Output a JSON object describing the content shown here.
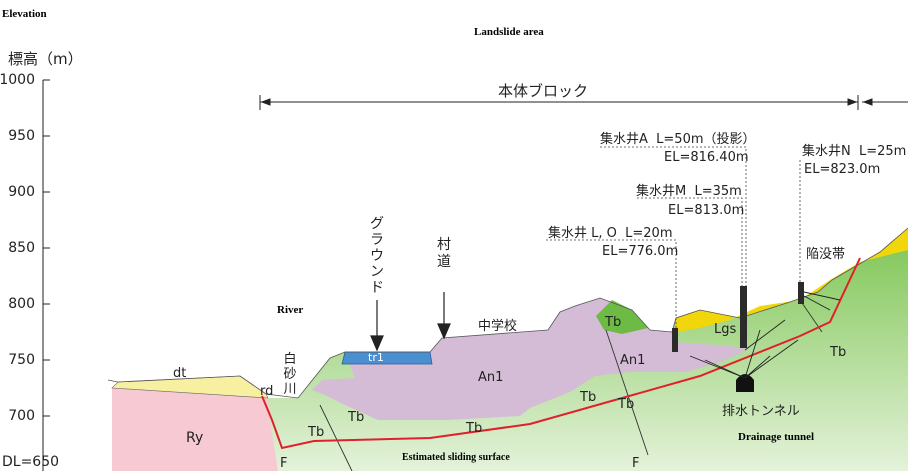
{
  "annotations": {
    "elevation_en": "Elevation",
    "landslide_area": "Landslide area",
    "river": "River",
    "drainage_tunnel_en": "Drainage tunnel",
    "sliding_surface_en": "Estimated sliding surface"
  },
  "axis": {
    "title": "標高（m）",
    "datum": "DL=650",
    "ticks": [
      "1000",
      "950",
      "900",
      "850",
      "800",
      "750",
      "700"
    ]
  },
  "block": {
    "label": "本体ブロック"
  },
  "wells": {
    "a_name": "集水井A  L=50m（投影）",
    "a_el": "EL=816.40m",
    "m_name": "集水井M  L=35m",
    "m_el": "EL=813.0m",
    "lo_name": "集水井 L, O  L=20m",
    "lo_el": "EL=776.0m",
    "n_name": "集水井N  L=25m",
    "n_el": "EL=823.0m"
  },
  "features": {
    "ground": [
      "グ",
      "ラ",
      "ウ",
      "ン",
      "ド"
    ],
    "road": [
      "村",
      "道"
    ],
    "school": "中学校",
    "subsidence": "陥没帯",
    "river_jp": [
      "白",
      "砂",
      "川"
    ],
    "tunnel_jp": "排水トンネル"
  },
  "units": {
    "dt": "dt",
    "rd": "rd",
    "ry": "Ry",
    "tr1": "tr1",
    "an1": "An1",
    "an1b": "An1",
    "tb": "Tb",
    "lgs": "Lgs",
    "f": "F"
  },
  "colors": {
    "ry": "#f7c9d2",
    "dt": "#f7f0a0",
    "tb": "#6dbb45",
    "an": "#d4bcd6",
    "lgs": "#f0d60a",
    "tr": "#4a8fd0",
    "slide": "#e0202a"
  }
}
